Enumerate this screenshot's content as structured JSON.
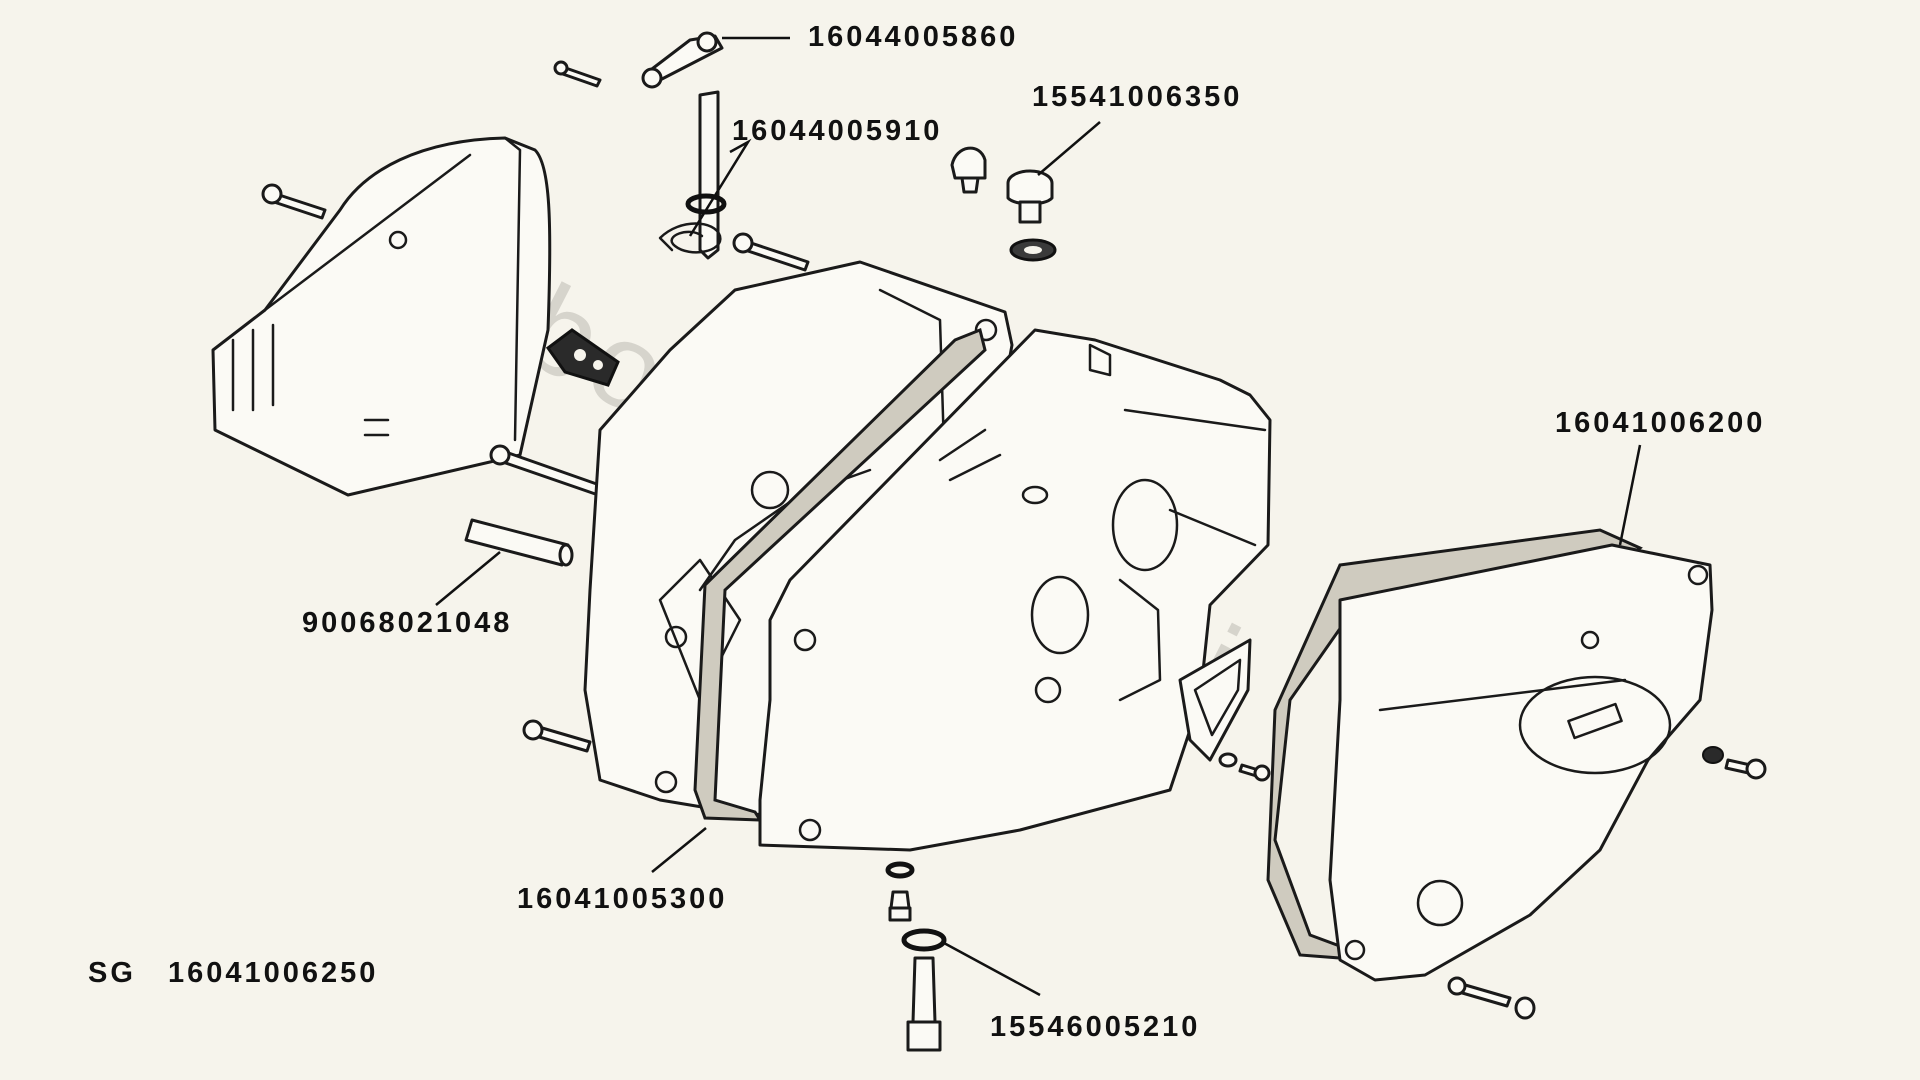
{
  "watermark": "bosisiomotori",
  "labels": {
    "p1": "16044005860",
    "p2": "16044005910",
    "p3": "15541006350",
    "p4": "16041006200",
    "p5": "90068021048",
    "p6": "16041005300",
    "p7": "15546005210",
    "assembly_prefix": "SG",
    "assembly": "16041006250"
  }
}
